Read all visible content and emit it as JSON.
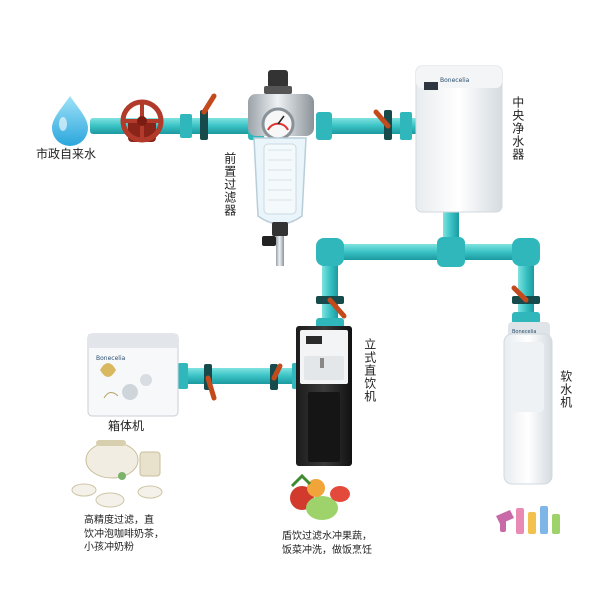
{
  "labels": {
    "tap_water": "市政自来水",
    "pre_filter": "前置过滤器",
    "central_purifier": "中央净水器",
    "standing_dispenser": "立式直饮机",
    "softener": "软水机",
    "cabinet_purifier": "箱体机"
  },
  "notes": {
    "cabinet_line1": "高精度过滤，直",
    "cabinet_line2": "饮冲泡咖啡奶茶，",
    "cabinet_line3": "小孩冲奶粉",
    "dispenser_line1": "盾饮过滤水冲果蔬，",
    "dispenser_line2": "饭菜冲洗，做饭烹饪"
  },
  "brand": {
    "purifier_badge": "Bonecelia",
    "softener_badge": "Bonecelia",
    "cabinet_badge": "Bonecelia"
  },
  "colors": {
    "pipe": "#3cc8c8",
    "pipe_dark": "#1fa3a8",
    "valve": "#b23a2a",
    "handle": "#c24a1c",
    "water_drop": "#5fc6ea"
  },
  "icons": [
    "water-drop-icon",
    "valve-wheel-icon",
    "pressure-gauge-icon",
    "tea-set-icon",
    "fruits-icon",
    "cosmetics-icon"
  ]
}
